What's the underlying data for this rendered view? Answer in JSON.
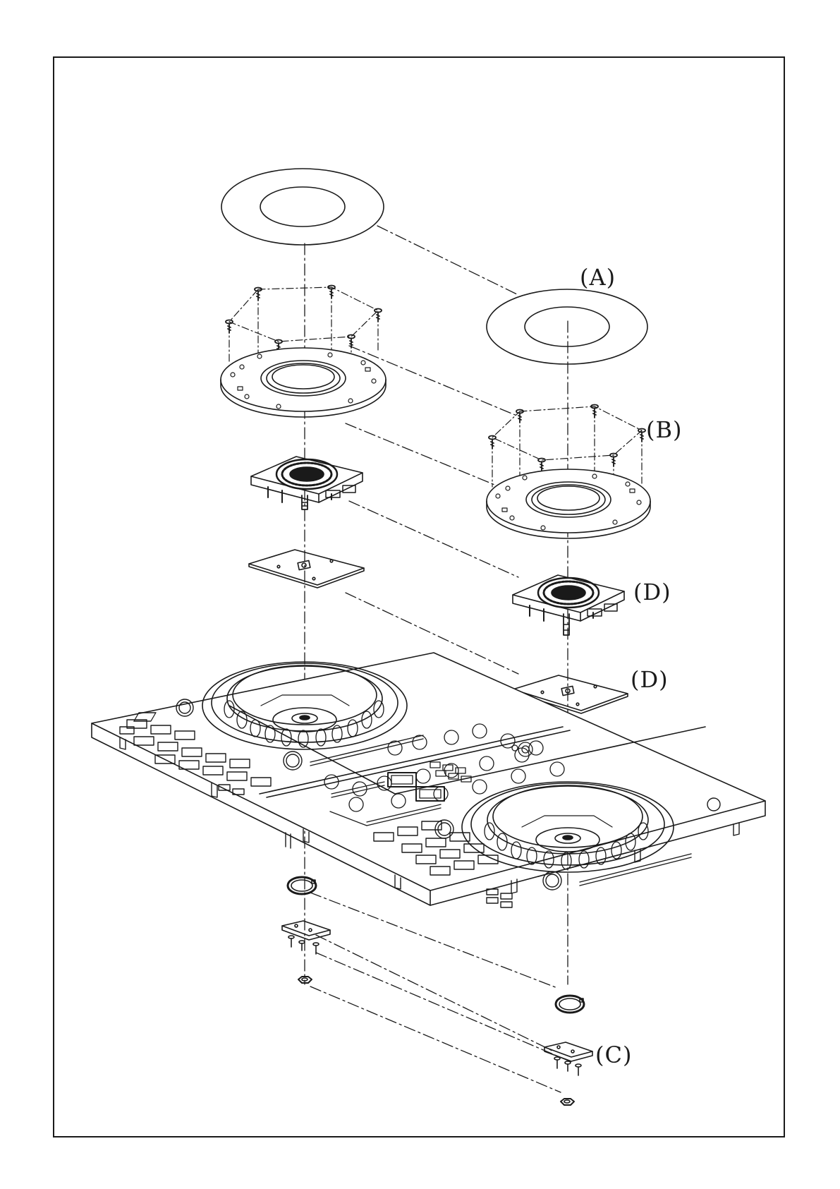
{
  "callouts": {
    "a": "(A)",
    "b": "(B)",
    "c": "(C)",
    "d_upper": "(D)",
    "d_lower": "(D)"
  },
  "colors": {
    "line": "#1a1a1a",
    "background": "#ffffff"
  }
}
